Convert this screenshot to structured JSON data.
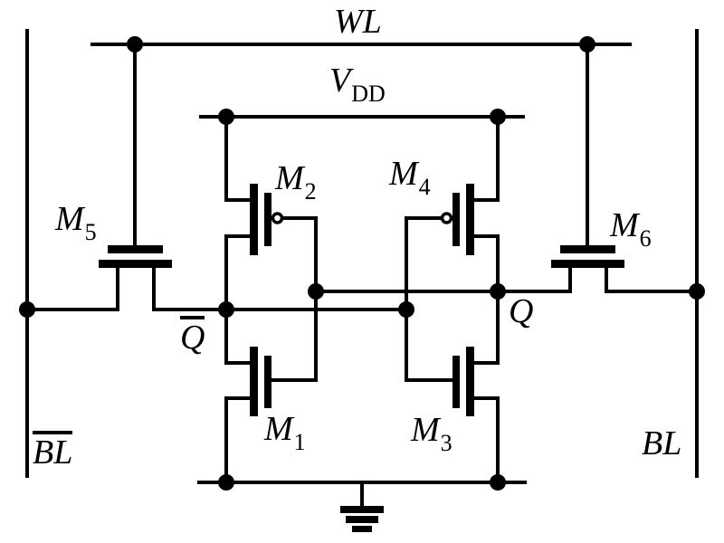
{
  "colors": {
    "ink": "#000000",
    "background": "#ffffff"
  },
  "labels": {
    "wordline": "WL",
    "supply": {
      "base": "V",
      "sub": "DD"
    },
    "bitline_left": {
      "text": "BL",
      "overline": true
    },
    "bitline_right": {
      "text": "BL",
      "overline": false
    },
    "node_qbar": {
      "text": "Q",
      "overline": true
    },
    "node_q": {
      "text": "Q",
      "overline": false
    },
    "transistors": {
      "m1": {
        "base": "M",
        "sub": "1"
      },
      "m2": {
        "base": "M",
        "sub": "2"
      },
      "m3": {
        "base": "M",
        "sub": "3"
      },
      "m4": {
        "base": "M",
        "sub": "4"
      },
      "m5": {
        "base": "M",
        "sub": "5"
      },
      "m6": {
        "base": "M",
        "sub": "6"
      }
    }
  }
}
